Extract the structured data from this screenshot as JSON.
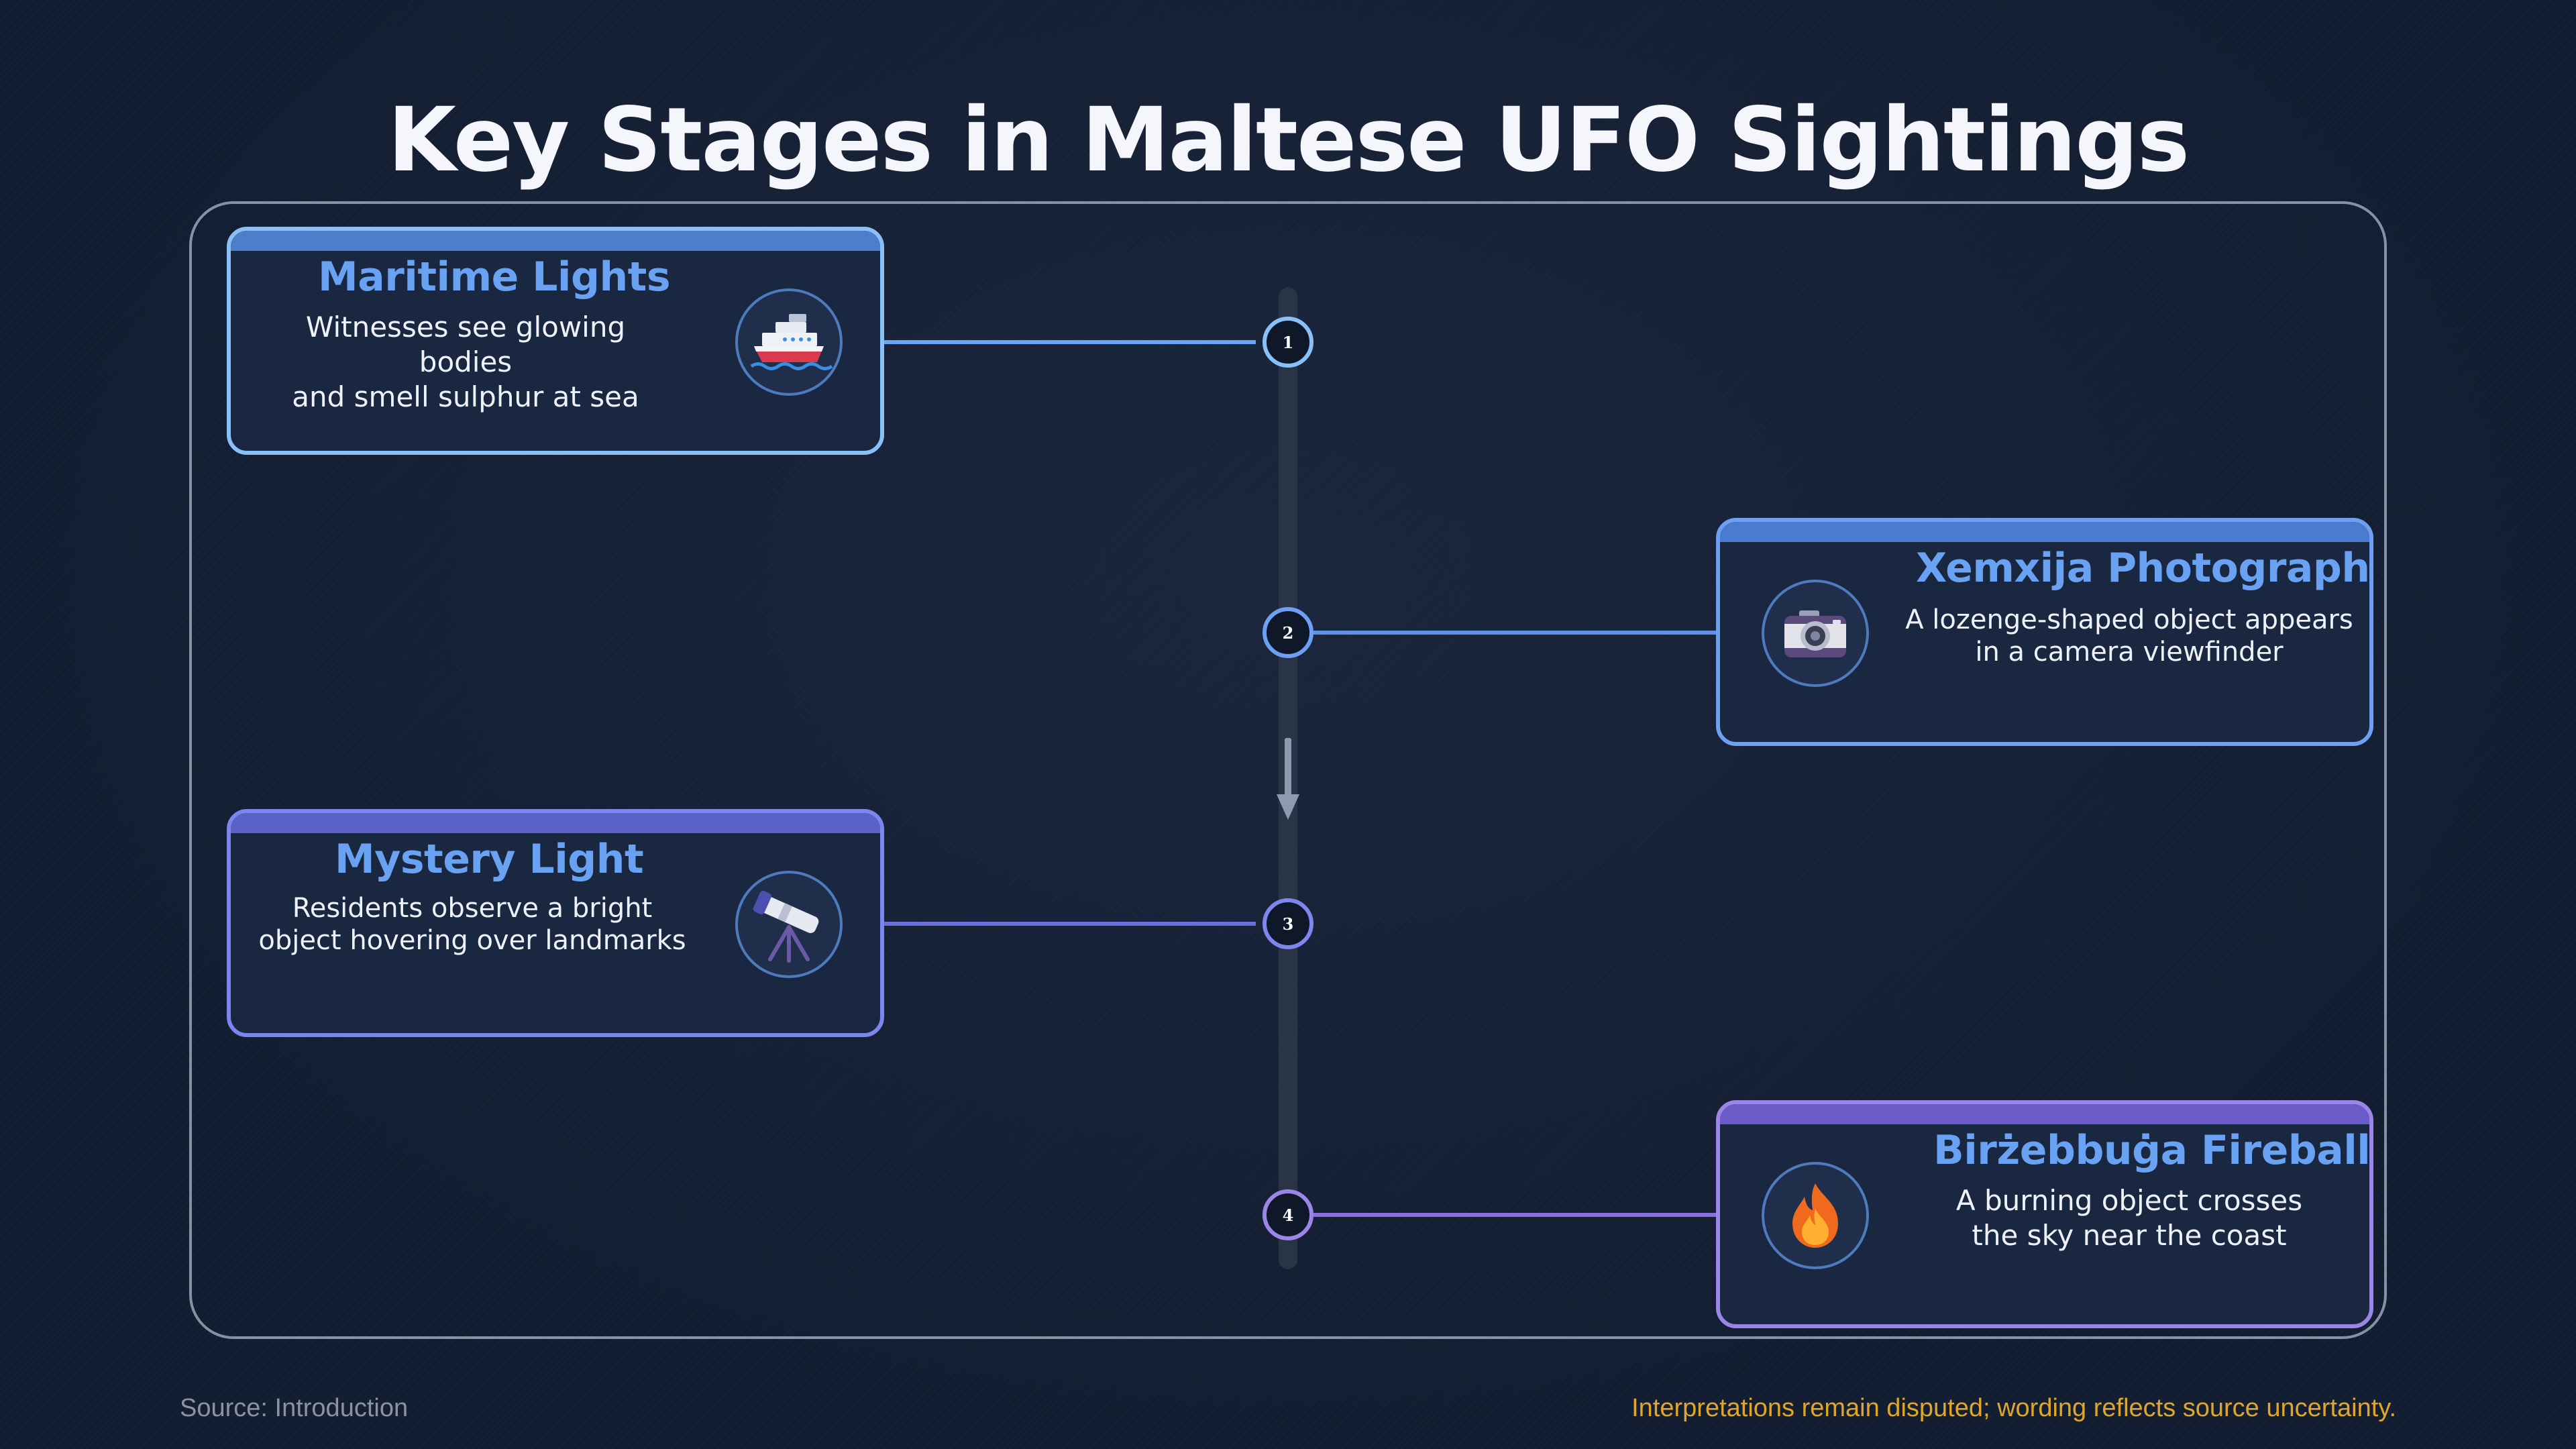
{
  "title": "Key Stages in Maltese UFO Sightings",
  "stages": [
    {
      "number": "1",
      "title": "Maritime Lights",
      "description": "Witnesses see glowing bodies\nand smell sulphur at sea",
      "icon": "ship-icon",
      "color": "#8ac0f8"
    },
    {
      "number": "2",
      "title": "Xemxija Photograph",
      "description": "A lozenge-shaped object appears\nin a camera viewfinder",
      "icon": "camera-icon",
      "color": "#6e9ff0"
    },
    {
      "number": "3",
      "title": "Mystery Light",
      "description": "Residents observe a bright\nobject hovering over landmarks",
      "icon": "telescope-icon",
      "color": "#7d85ee"
    },
    {
      "number": "4",
      "title": "Birżebbuġa Fireball",
      "description": "A burning object crosses\nthe sky near the coast",
      "icon": "fire-icon",
      "color": "#9b86e8"
    }
  ],
  "footer": {
    "source": "Source: Introduction",
    "disclaimer": "Interpretations remain disputed; wording reflects source uncertainty."
  }
}
